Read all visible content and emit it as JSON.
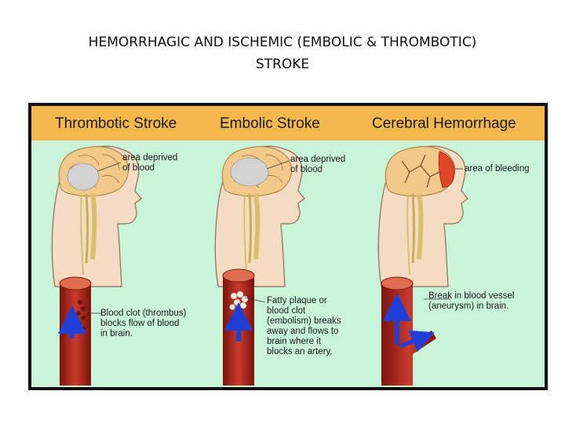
{
  "slide": {
    "title_line1": "HEMORRHAGIC AND ISCHEMIC (EMBOLIC & THROMBOTIC)",
    "title_line2": "STROKE"
  },
  "colors": {
    "header_band": "#f3b74b",
    "panel_background": "#c9f4d7",
    "vessel_red": "#b5261e",
    "arrow_blue": "#1f3fd6",
    "bleeding_red": "#e0462a",
    "deprived_gray": "#d2d2d2"
  },
  "panels": [
    {
      "title": "Thrombotic Stroke",
      "brain_label": [
        "area deprived",
        "of blood"
      ],
      "vessel_label": [
        "Blood clot (thrombus)",
        "blocks flow of blood",
        "in brain."
      ]
    },
    {
      "title": "Embolic Stroke",
      "brain_label": [
        "area deprived",
        "of blood"
      ],
      "vessel_label": [
        "Fatty plaque or",
        "blood clot",
        "(embolism) breaks",
        "away and flows to",
        "brain where it",
        "blocks an artery."
      ]
    },
    {
      "title": "Cerebral Hemorrhage",
      "brain_label": [
        "area of bleeding"
      ],
      "vessel_label": [
        "Break in blood vessel",
        "(aneurysm) in brain."
      ]
    }
  ]
}
